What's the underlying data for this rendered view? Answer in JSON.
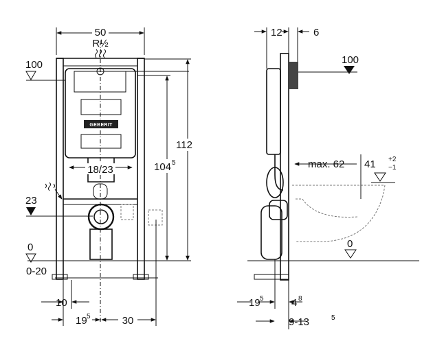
{
  "front_view": {
    "width_label": "50",
    "connection_label": "R½",
    "height_total_label": "112",
    "height_inner_label": "104",
    "height_inner_sup": "5",
    "flush_pipe_label": "18/23",
    "level_100_label": "100",
    "level_23_label": "23",
    "level_0_label": "0",
    "floor_range_label": "0-20",
    "dim_10_label": "10",
    "dim_19_5_label": "19",
    "dim_19_5_sup": "5",
    "dim_30_label": "30",
    "logo_text": "GEBERIT"
  },
  "side_view": {
    "depth_12_label": "12",
    "depth_6_label": "6",
    "level_100_label": "100",
    "max_62_label": "max. 62",
    "height_41_label": "41",
    "tol_plus": "+2",
    "tol_minus": "−1",
    "level_0_label": "0",
    "dim_19_5_label": "19",
    "dim_19_5_sup": "5",
    "dim_4_8_label": "4",
    "dim_4_8_sup": "8",
    "dim_9_13_label": "9-13",
    "dim_9_13_sup": "5"
  }
}
